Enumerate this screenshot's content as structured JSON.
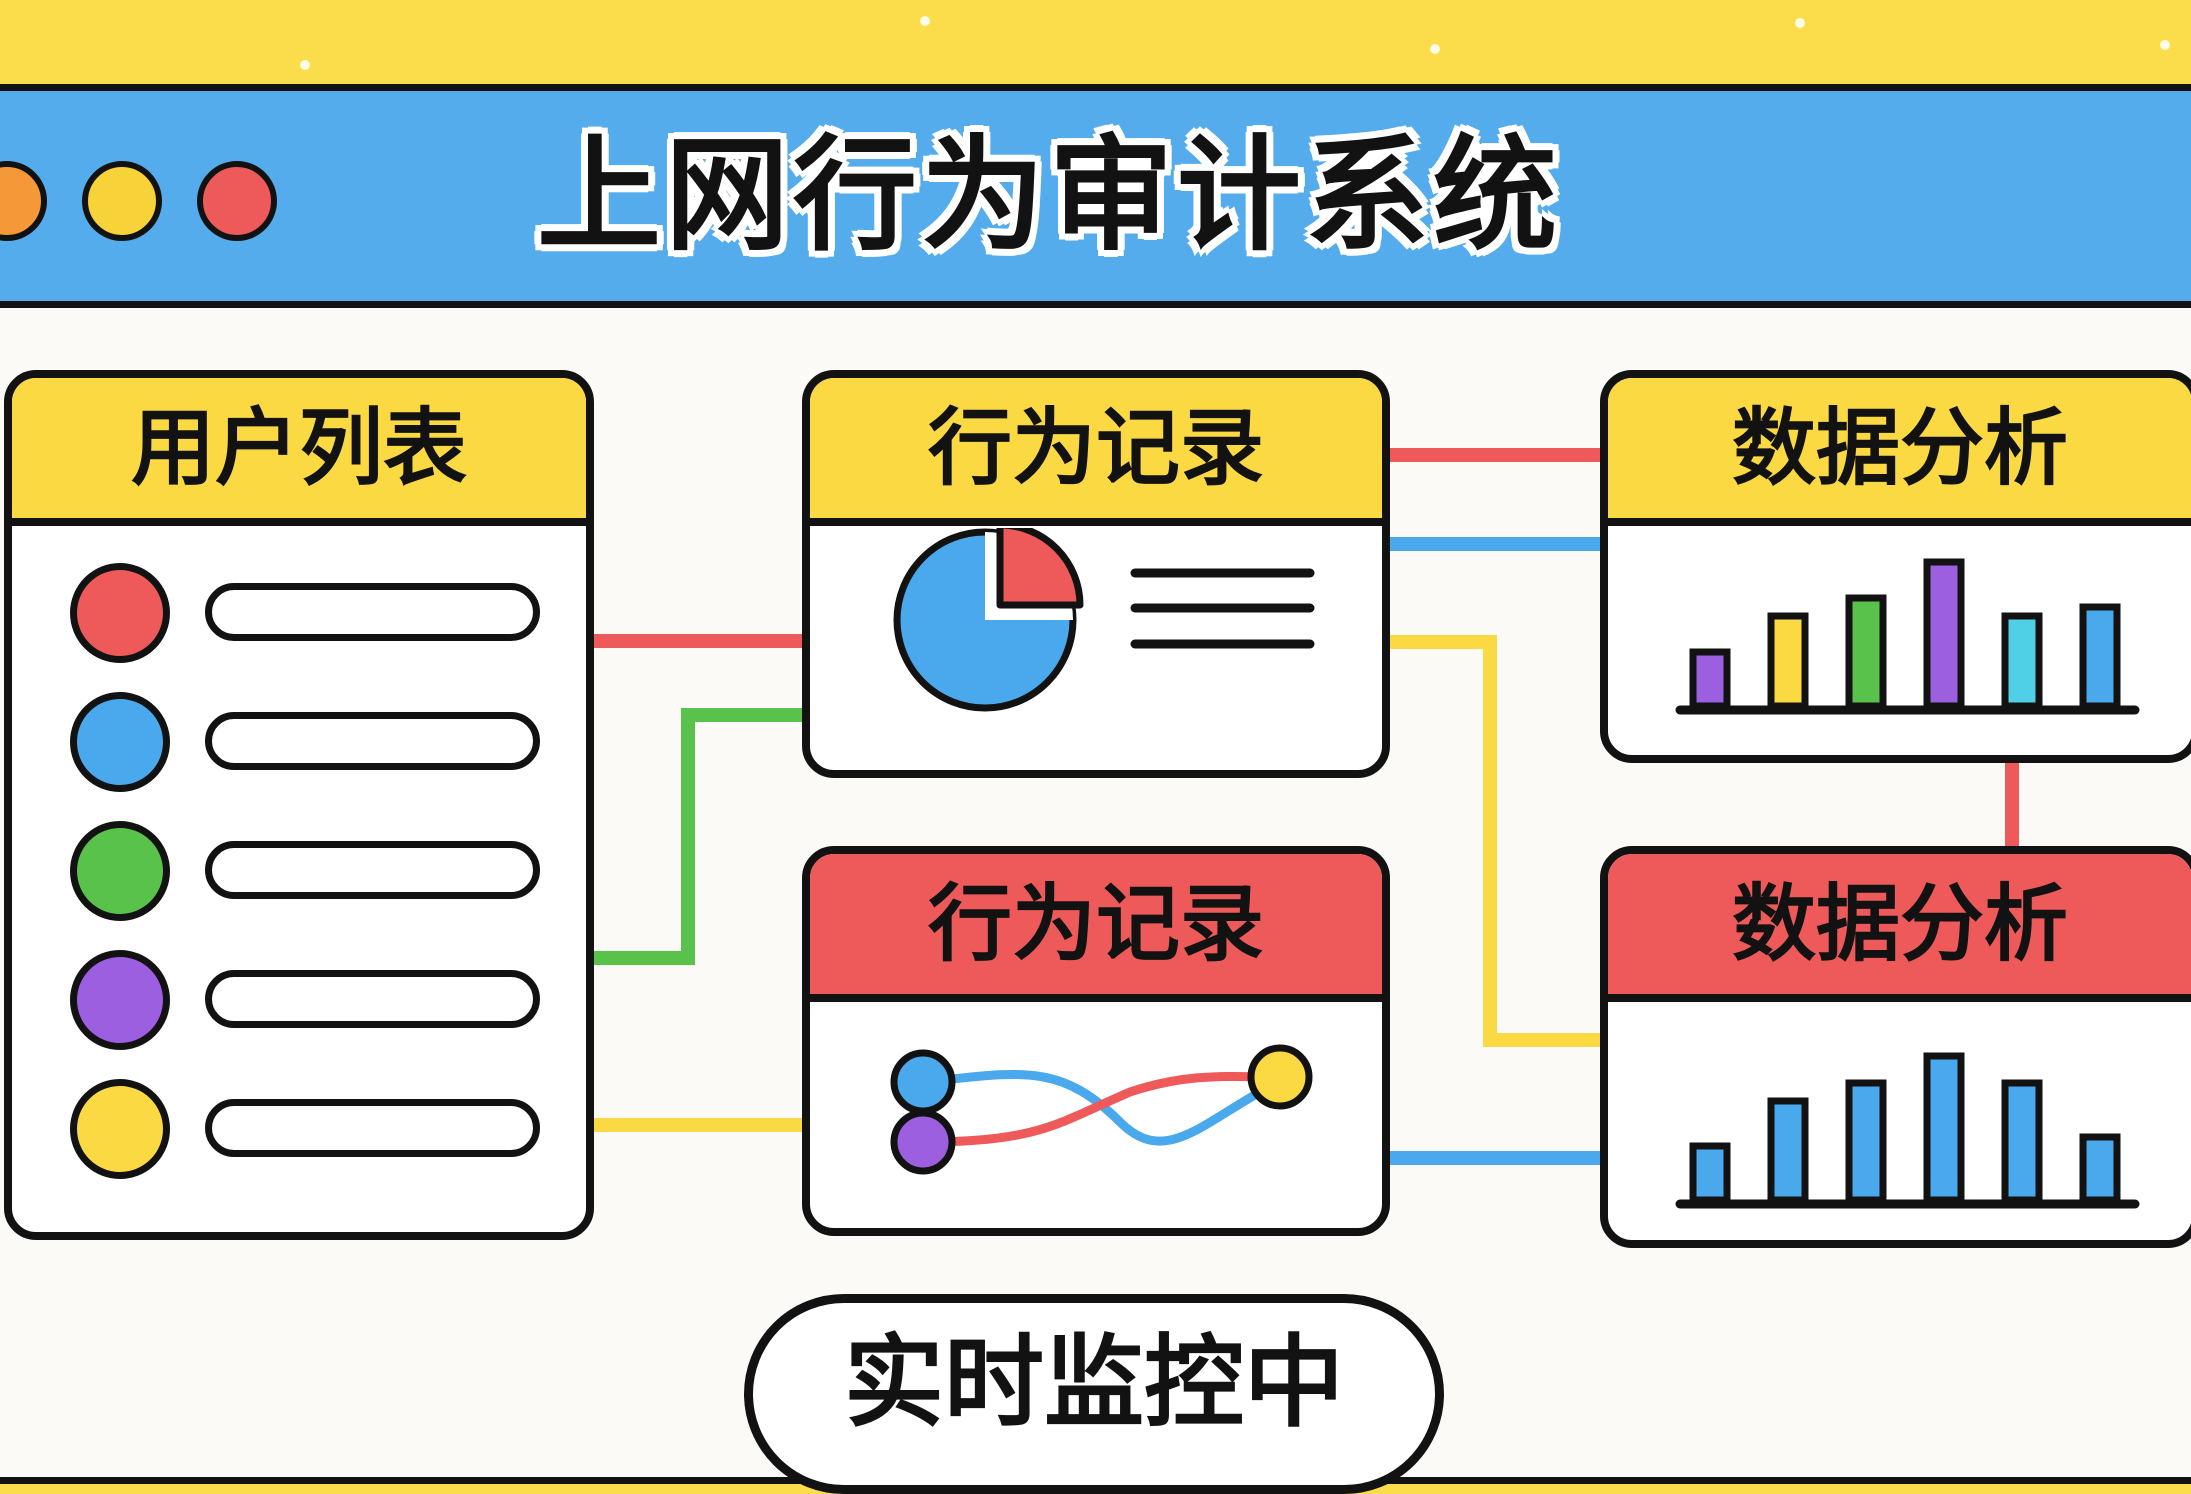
{
  "app": {
    "title": "上网行为审计系统"
  },
  "window_controls": {
    "colors": [
      "#f49838",
      "#f8d239",
      "#ee5a5a"
    ]
  },
  "panels": {
    "user_list": {
      "title": "用户列表",
      "avatar_colors": [
        "#ee5a5a",
        "#4aa8ec",
        "#58c24a",
        "#9b5fe0",
        "#fbd943"
      ]
    },
    "behavior_record_top": {
      "title": "行为记录"
    },
    "behavior_record_bottom": {
      "title": "行为记录"
    },
    "data_analysis_top": {
      "title": "数据分析",
      "bar_colors": [
        "#9b5fe0",
        "#fbd943",
        "#58c24a",
        "#9b5fe0",
        "#4fd0e6",
        "#4aa8ec"
      ]
    },
    "data_analysis_bottom": {
      "title": "数据分析",
      "bar_color": "#4aa8ec"
    }
  },
  "chart_data": [
    {
      "type": "pie",
      "values": [
        75,
        25
      ],
      "colors": [
        "#4aa8ec",
        "#ee5a5a"
      ]
    },
    {
      "type": "bar",
      "values": [
        3,
        5,
        6,
        8,
        5,
        5.5
      ]
    },
    {
      "type": "bar",
      "values": [
        3,
        5.5,
        6.5,
        8,
        6.5,
        3.5
      ]
    }
  ],
  "status": {
    "label": "实时监控中"
  },
  "colors": {
    "accent_blue": "#54acec",
    "accent_yellow": "#fbdc4b",
    "accent_red": "#ee5a5a"
  }
}
